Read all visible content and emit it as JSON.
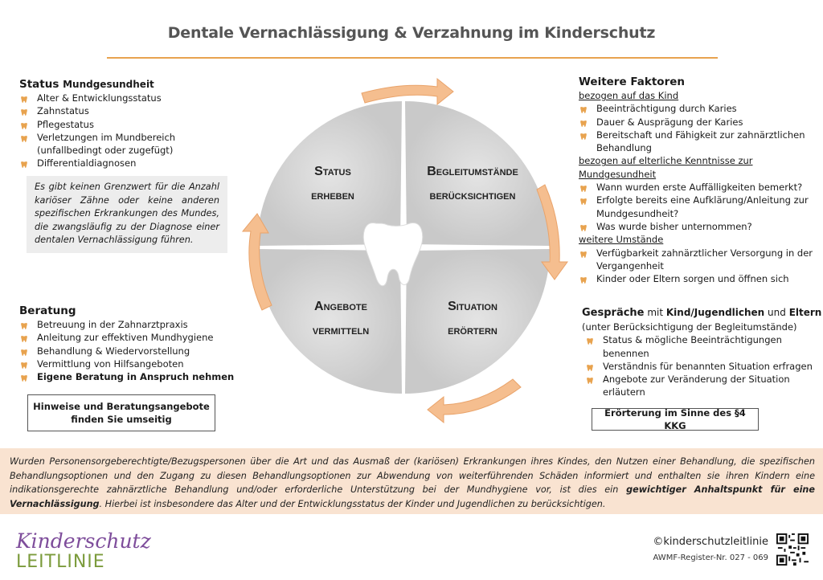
{
  "title": "Dentale Vernachlässigung & Verzahnung im Kinderschutz",
  "colors": {
    "accent": "#e8a34f",
    "arrow_fill": "#f5be8f",
    "circle_grey": "#cfcfcf",
    "band": "#f9e3d1",
    "logo_purple": "#7e4d9b",
    "logo_green": "#7b9b3c"
  },
  "status": {
    "heading_bold": "Status",
    "heading_small": "Mundgesundheit",
    "items": [
      "Alter & Entwicklungsstatus",
      "Zahnstatus",
      "Pflegestatus",
      "Verletzungen im Mundbereich",
      "(unfallbedingt oder zugefügt)",
      "Differentialdiagnosen"
    ],
    "note": "Es gibt keinen Grenzwert für die Anzahl kariöser Zähne oder keine anderen spezifischen Erkrankungen des Mundes, die zwangsläufig zu der Diagnose einer dentalen Vernachlässigung führen."
  },
  "beratung": {
    "heading": "Beratung",
    "items": [
      "Betreuung in der Zahnarztpraxis",
      "Anleitung zur effektiven Mundhygiene",
      "Behandlung & Wiedervorstellung",
      "Vermittlung von Hilfsangeboten"
    ],
    "bold_item": "Eigene Beratung in Anspruch nehmen",
    "box_line1": "Hinweise und Beratungsangebote",
    "box_line2": "finden Sie umseitig"
  },
  "weitere": {
    "heading": "Weitere Faktoren",
    "sub1": "bezogen auf das Kind",
    "items1": [
      "Beeinträchtigung durch Karies",
      "Dauer & Ausprägung der Karies",
      "Bereitschaft und Fähigkeit zur zahnärztlichen",
      "Behandlung"
    ],
    "sub2a": "bezogen auf elterliche Kenntnisse zur",
    "sub2b": "Mundgesundheit",
    "items2": [
      "Wann wurden erste Auffälligkeiten bemerkt?",
      "Erfolgte bereits eine  Aufklärung/Anleitung zur",
      "Mundgesundheit?",
      "Was wurde bisher unternommen?"
    ],
    "sub3": "weitere Umstände",
    "items3": [
      "Verfügbarkeit zahnärztlicher Versorgung in der",
      "Vergangenheit",
      "Kinder oder Eltern sorgen und öffnen sich"
    ]
  },
  "gespraeche": {
    "heading_bold1": "Gespräche",
    "heading_mid1": " mit ",
    "heading_bold2": "Kind/Jugendlichen",
    "heading_mid2": " und ",
    "heading_bold3": "Eltern",
    "subline": "(unter Berücksichtigung der Begleitumstände)",
    "items": [
      "Status & mögliche Beeinträchtigungen",
      "benennen",
      "Verständnis für benannten Situation erfragen",
      "Angebote zur Veränderung der Situation",
      "erläutern"
    ],
    "box": "Erörterung im Sinne des §4 KKG"
  },
  "cycle": {
    "q1_line1": "Status",
    "q1_line2": "erheben",
    "q2_line1": "Begleitumstände",
    "q2_line2": "berücksichtigen",
    "q3_line1": "Situation",
    "q3_line2": "erörtern",
    "q4_line1": "Angebote",
    "q4_line2": "vermitteln"
  },
  "bottom": {
    "text_pre": "Wurden Personensorgeberechtigte/Bezugspersonen über die Art und das Ausmaß der (kariösen) Erkrankungen ihres Kindes, den Nutzen einer Behandlung, die spezifischen Behandlungsoptionen und den Zugang zu diesen Behandlungsoptionen zur Abwendung von weiterführenden Schäden informiert und enthalten sie ihren Kindern eine indikationsgerechte zahnärztliche Behandlung und/oder erforderliche Unterstützung bei der Mundhygiene vor, ist dies ein ",
    "text_bold": "gewichtiger Anhaltspunkt für eine Vernachlässigung",
    "text_post": ". Hierbei ist insbesondere das Alter und der Entwicklungsstatus der Kinder und Jugendlichen zu berücksichtigen."
  },
  "footer": {
    "logo_top": "Kinderschutz",
    "logo_bottom": "LEITLINIE",
    "copyright": "©kinderschutzleitlinie",
    "register": "AWMF-Register-Nr.  027 - 069"
  }
}
